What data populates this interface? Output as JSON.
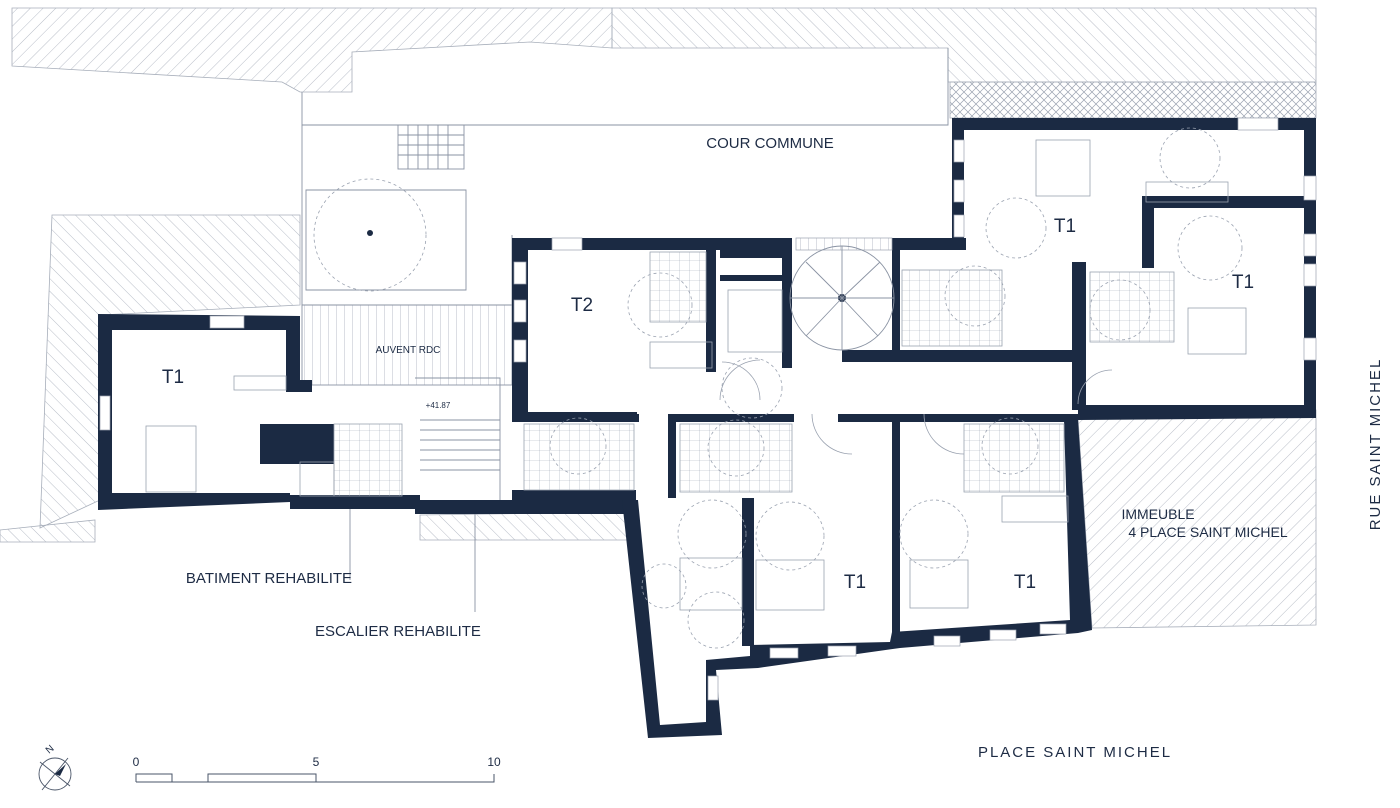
{
  "labels": {
    "cour": "COUR COMMUNE",
    "auvent": "AUVENT RDC",
    "level": "+41.87",
    "batiment": "BATIMENT REHABILITE",
    "escalier": "ESCALIER REHABILITE",
    "immeuble_1": "IMMEUBLE",
    "immeuble_2": "4 PLACE SAINT MICHEL",
    "rue": "RUE SAINT MICHEL",
    "place": "PLACE SAINT MICHEL"
  },
  "units": {
    "t1_left": "T1",
    "t2": "T2",
    "t1_top_right": "T1",
    "t1_right": "T1",
    "t1_bottom_mid": "T1",
    "t1_bottom_right": "T1"
  },
  "scale": {
    "s0": "0",
    "s5": "5",
    "s10": "10"
  },
  "north": "N",
  "colors": {
    "wall": "#1b2a43",
    "line": "#8a93a3"
  }
}
